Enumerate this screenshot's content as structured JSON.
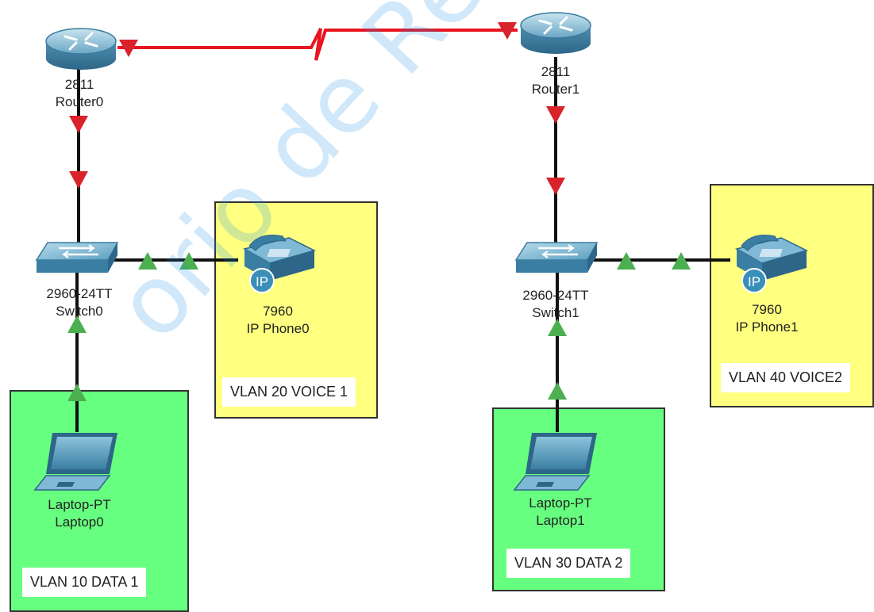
{
  "devices": {
    "router0": {
      "model": "2811",
      "name": "Router0"
    },
    "router1": {
      "model": "2811",
      "name": "Router1"
    },
    "switch0": {
      "model": "2960-24TT",
      "name": "Switch0"
    },
    "switch1": {
      "model": "2960-24TT",
      "name": "Switch1"
    },
    "phone0": {
      "model": "7960",
      "name": "IP Phone0",
      "badge": "IP"
    },
    "phone1": {
      "model": "7960",
      "name": "IP Phone1",
      "badge": "IP"
    },
    "laptop0": {
      "model": "Laptop-PT",
      "name": "Laptop0"
    },
    "laptop1": {
      "model": "Laptop-PT",
      "name": "Laptop1"
    }
  },
  "zones": {
    "voice1": "VLAN 20 VOICE 1",
    "voice2": "VLAN 40 VOICE2",
    "data1": "VLAN 10 DATA 1",
    "data2": "VLAN 30 DATA 2"
  },
  "links": [
    {
      "from": "Router0",
      "to": "Router1",
      "type": "serial",
      "status": "down",
      "color": "#e8141e"
    },
    {
      "from": "Router0",
      "to": "Switch0",
      "type": "ethernet",
      "status": "down"
    },
    {
      "from": "Router1",
      "to": "Switch1",
      "type": "ethernet",
      "status": "down"
    },
    {
      "from": "Switch0",
      "to": "IP Phone0",
      "type": "ethernet",
      "status": "up"
    },
    {
      "from": "Switch1",
      "to": "IP Phone1",
      "type": "ethernet",
      "status": "up"
    },
    {
      "from": "Switch0",
      "to": "Laptop0",
      "type": "ethernet",
      "status": "up"
    },
    {
      "from": "Switch1",
      "to": "Laptop1",
      "type": "ethernet",
      "status": "up"
    }
  ],
  "colors": {
    "link_up": "#4caf50",
    "link_down": "#d8232a",
    "voice_zone": "#ffff80",
    "data_zone": "#66ff80",
    "device_blue": "#3a8fb8"
  },
  "watermark": "orio de Redes Y Segur"
}
